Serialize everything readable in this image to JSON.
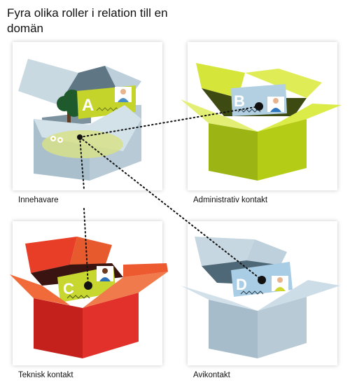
{
  "title": "Fyra olika roller i relation till en domän",
  "roles": [
    {
      "label": "Innehavare",
      "letter": "A",
      "box_color": "#b8ccd6",
      "card_color": "#c5d42a"
    },
    {
      "label": "Administrativ kontakt",
      "letter": "B",
      "box_color": "#c2d418",
      "card_color": "#b3d0e2"
    },
    {
      "label": "Teknisk kontakt",
      "letter": "C",
      "box_color": "#e4332c",
      "card_color": "#c8d630"
    },
    {
      "label": "Avikontakt",
      "letter": "D",
      "box_color": "#b4c9d6",
      "card_color": "#a9cde4"
    }
  ]
}
